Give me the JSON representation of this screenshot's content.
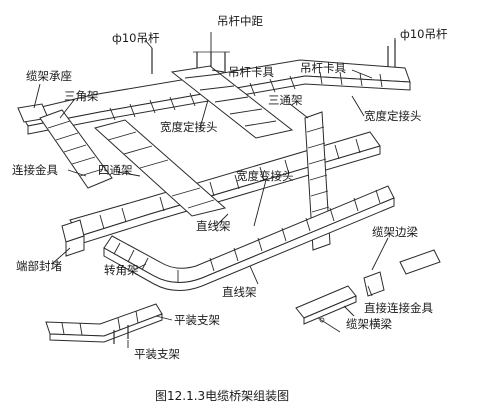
{
  "labels": {
    "rod_spacing": "吊杆中距",
    "rod_left": "ф10吊杆",
    "rod_right": "ф10吊杆",
    "rod_clamp_center": "吊杆卡具",
    "rod_clamp_right": "吊杆卡具",
    "bracket": "缆架承座",
    "tri_frame": "三角架",
    "tee": "三通架",
    "width_joint_center": "宽度定接头",
    "width_joint_right": "宽度定接头",
    "connector": "连接金具",
    "cross": "四通架",
    "width_reducer": "宽度变接头",
    "straight_center": "直线架",
    "straight_bottom": "直线架",
    "end_cap": "端部封堵",
    "corner": "转角架",
    "beam_side": "缆架边梁",
    "direct_connector": "直接连接金具",
    "beam_cross": "缆架横梁",
    "flat_support_right": "平装支架",
    "flat_support_bottom": "平装支架"
  },
  "caption": "图12.1.3电缆桥架组装图"
}
